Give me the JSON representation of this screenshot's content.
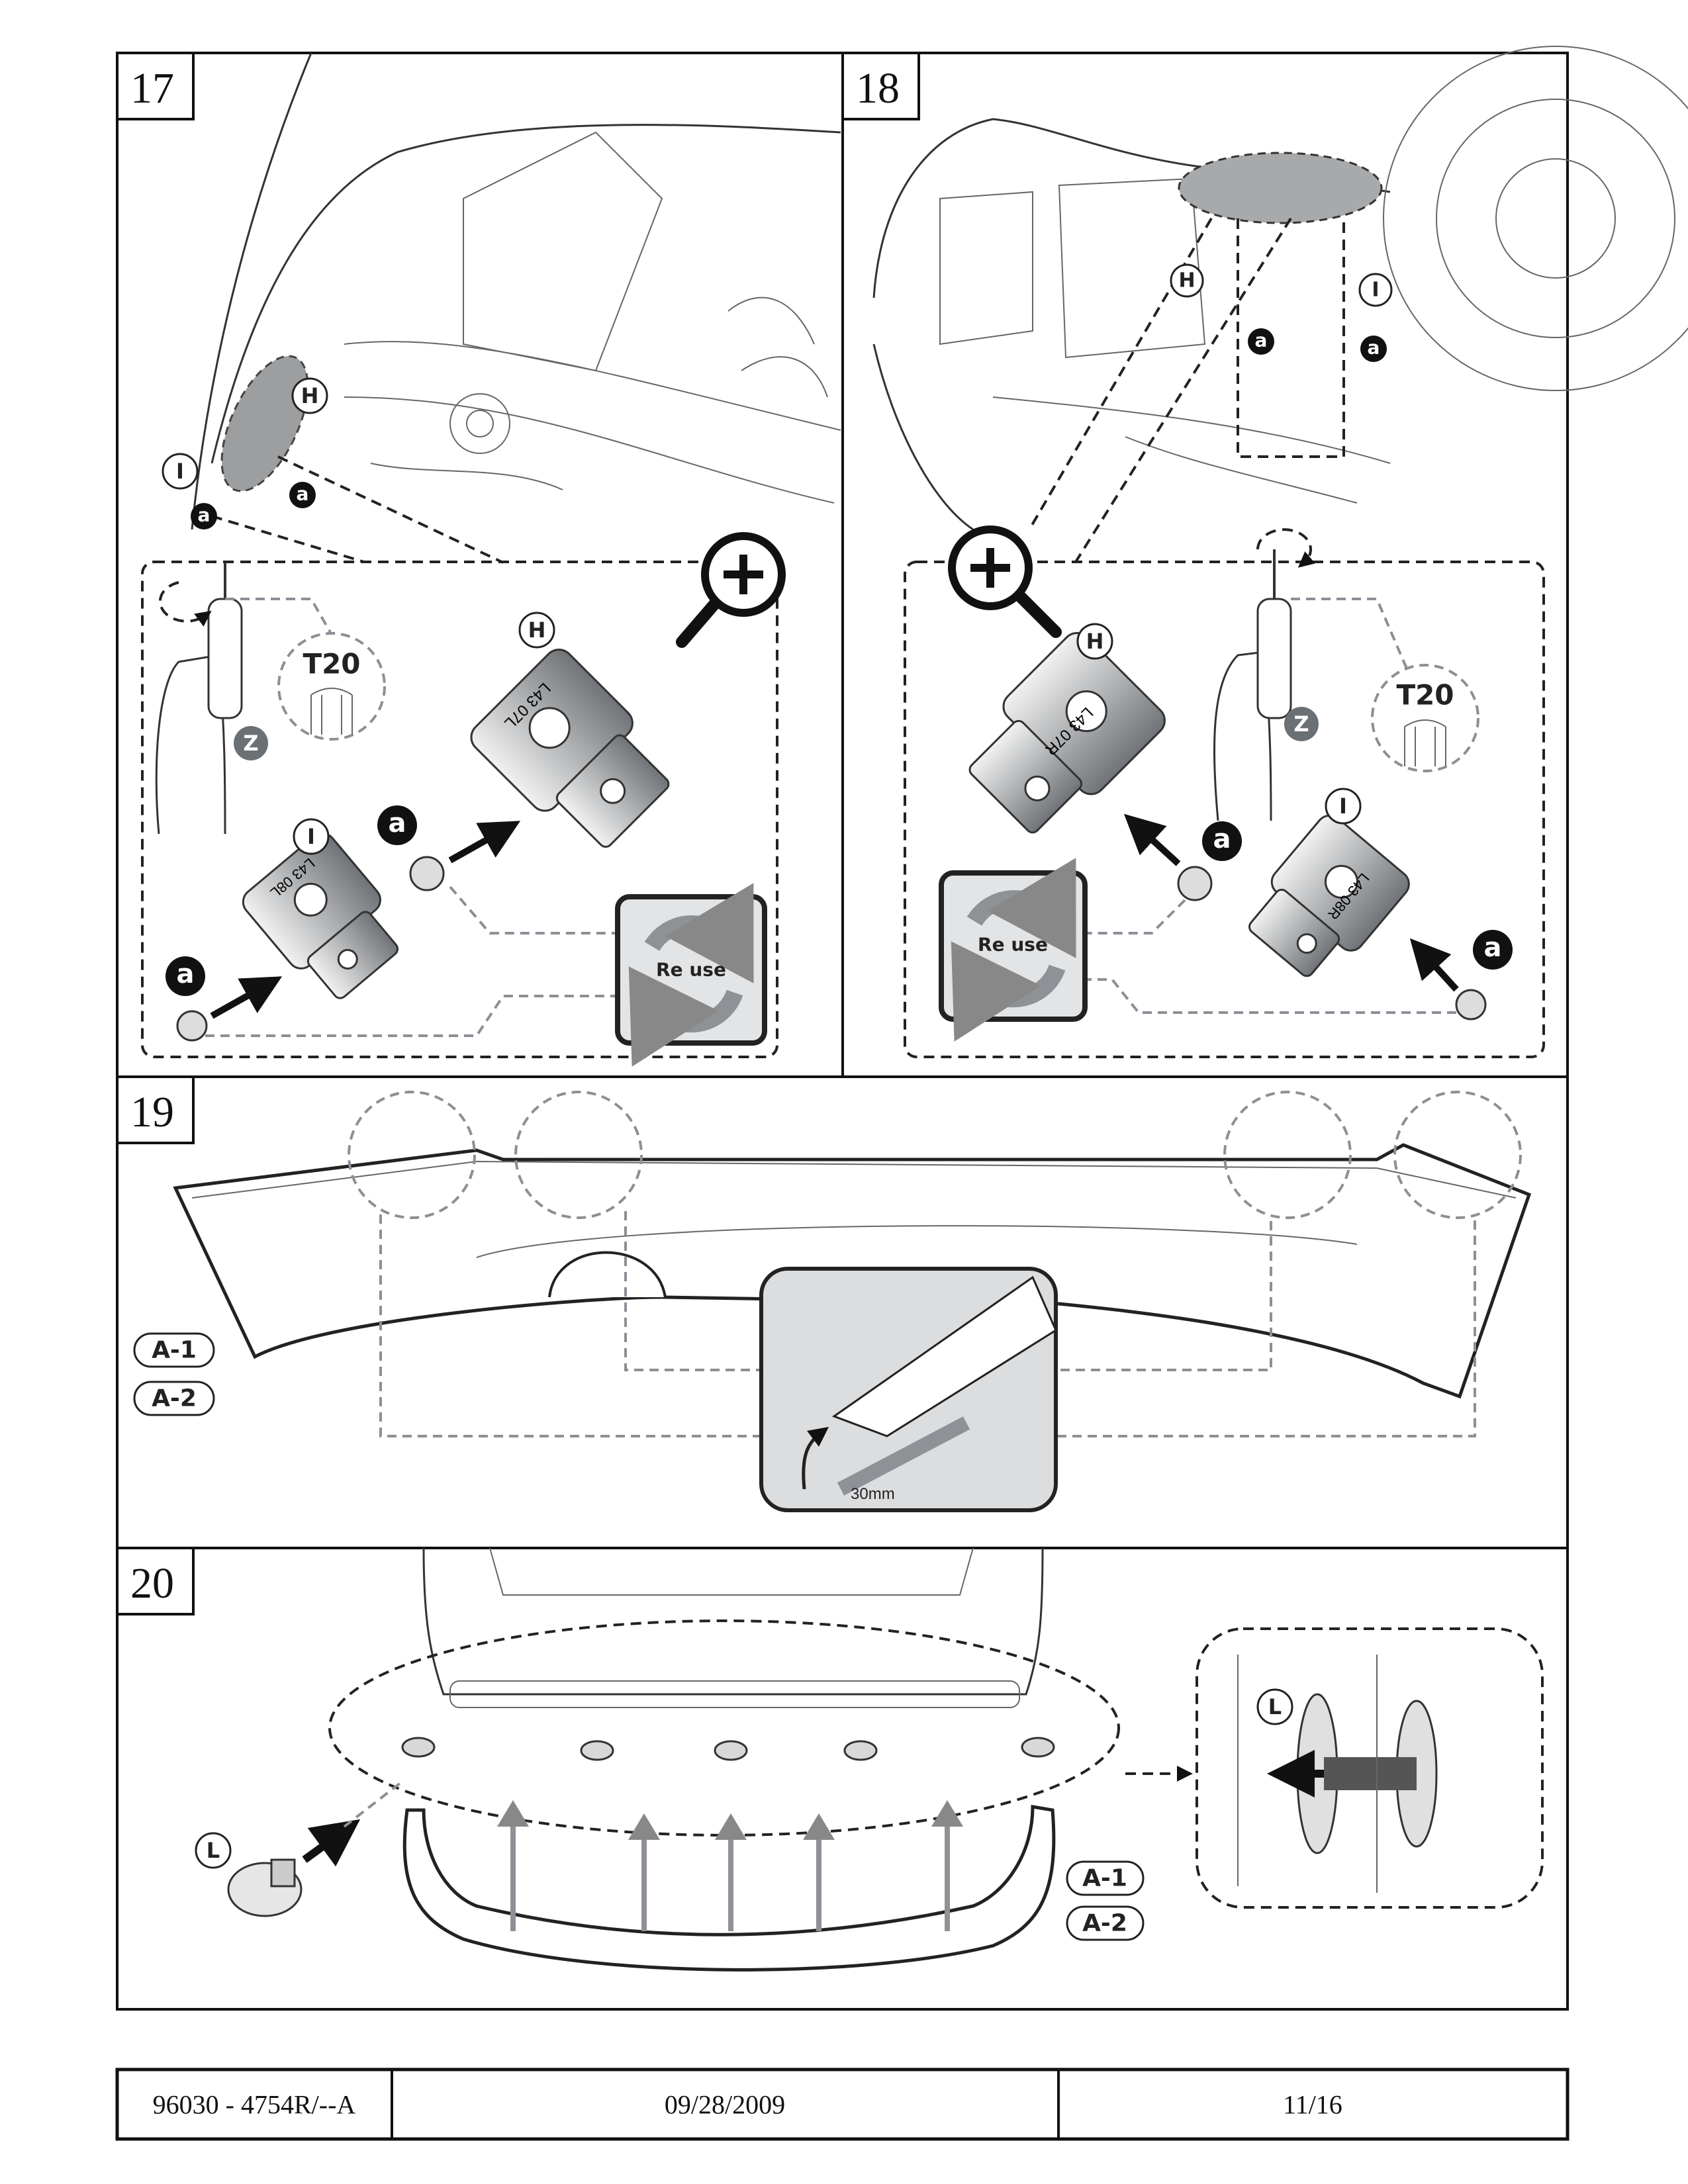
{
  "steps": {
    "s17": {
      "number": "17",
      "labels": {
        "H": "H",
        "I": "I",
        "a": "a",
        "Z": "Z"
      },
      "tool": "T20",
      "bracket_H_code": "L43 07L",
      "bracket_I_code": "L43 08L",
      "reuse": "Re use"
    },
    "s18": {
      "number": "18",
      "labels": {
        "H": "H",
        "I": "I",
        "a": "a",
        "Z": "Z"
      },
      "tool": "T20",
      "bracket_H_code": "L43 07R",
      "bracket_I_code": "L43 08R",
      "reuse": "Re use"
    },
    "s19": {
      "number": "19",
      "part_a1": "A-1",
      "part_a2": "A-2",
      "measure": "30mm"
    },
    "s20": {
      "number": "20",
      "clip": "L",
      "part_a1": "A-1",
      "part_a2": "A-2"
    }
  },
  "footer": {
    "doc_number": "96030 - 4754R/--A",
    "date": "09/28/2009",
    "page": "11/16"
  },
  "colors": {
    "bracket_gray": "#8e9296",
    "label_dark": "#1a1a1a",
    "reuse_bg": "#e3e4e5"
  }
}
